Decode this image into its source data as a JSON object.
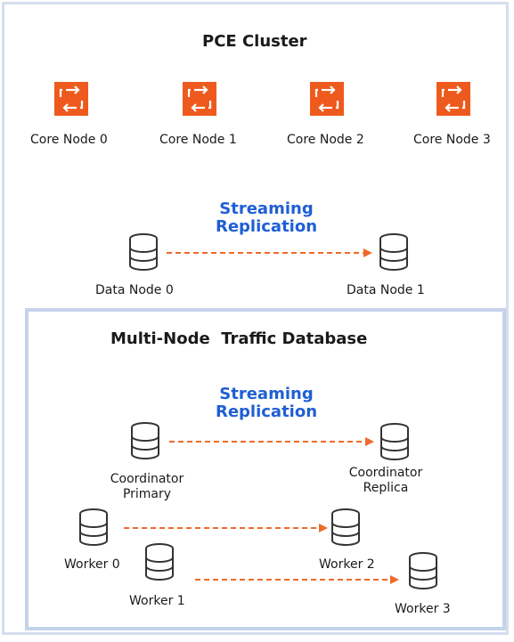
{
  "cluster": {
    "title": "PCE Cluster",
    "core_nodes": [
      "Core Node 0",
      "Core Node 1",
      "Core Node 2",
      "Core Node 3"
    ],
    "core_node_icon": "replication-icon",
    "replication_label_line1": "Streaming",
    "replication_label_line2": "Replication",
    "data_nodes": [
      "Data Node 0",
      "Data Node 1"
    ]
  },
  "traffic_db": {
    "title": "Multi-Node  Traffic Database",
    "replication_label_line1": "Streaming",
    "replication_label_line2": "Replication",
    "coordinator_primary_line1": "Coordinator",
    "coordinator_primary_line2": "Primary",
    "coordinator_replica_line1": "Coordinator",
    "coordinator_replica_line2": "Replica",
    "workers": [
      "Worker 0",
      "Worker 1",
      "Worker 2",
      "Worker 3"
    ]
  },
  "colors": {
    "core_node": "#ee5a1d",
    "arrow": "#ee6a2a",
    "replication_text": "#1f5fd4",
    "frame_border": "#c5d3ea"
  }
}
